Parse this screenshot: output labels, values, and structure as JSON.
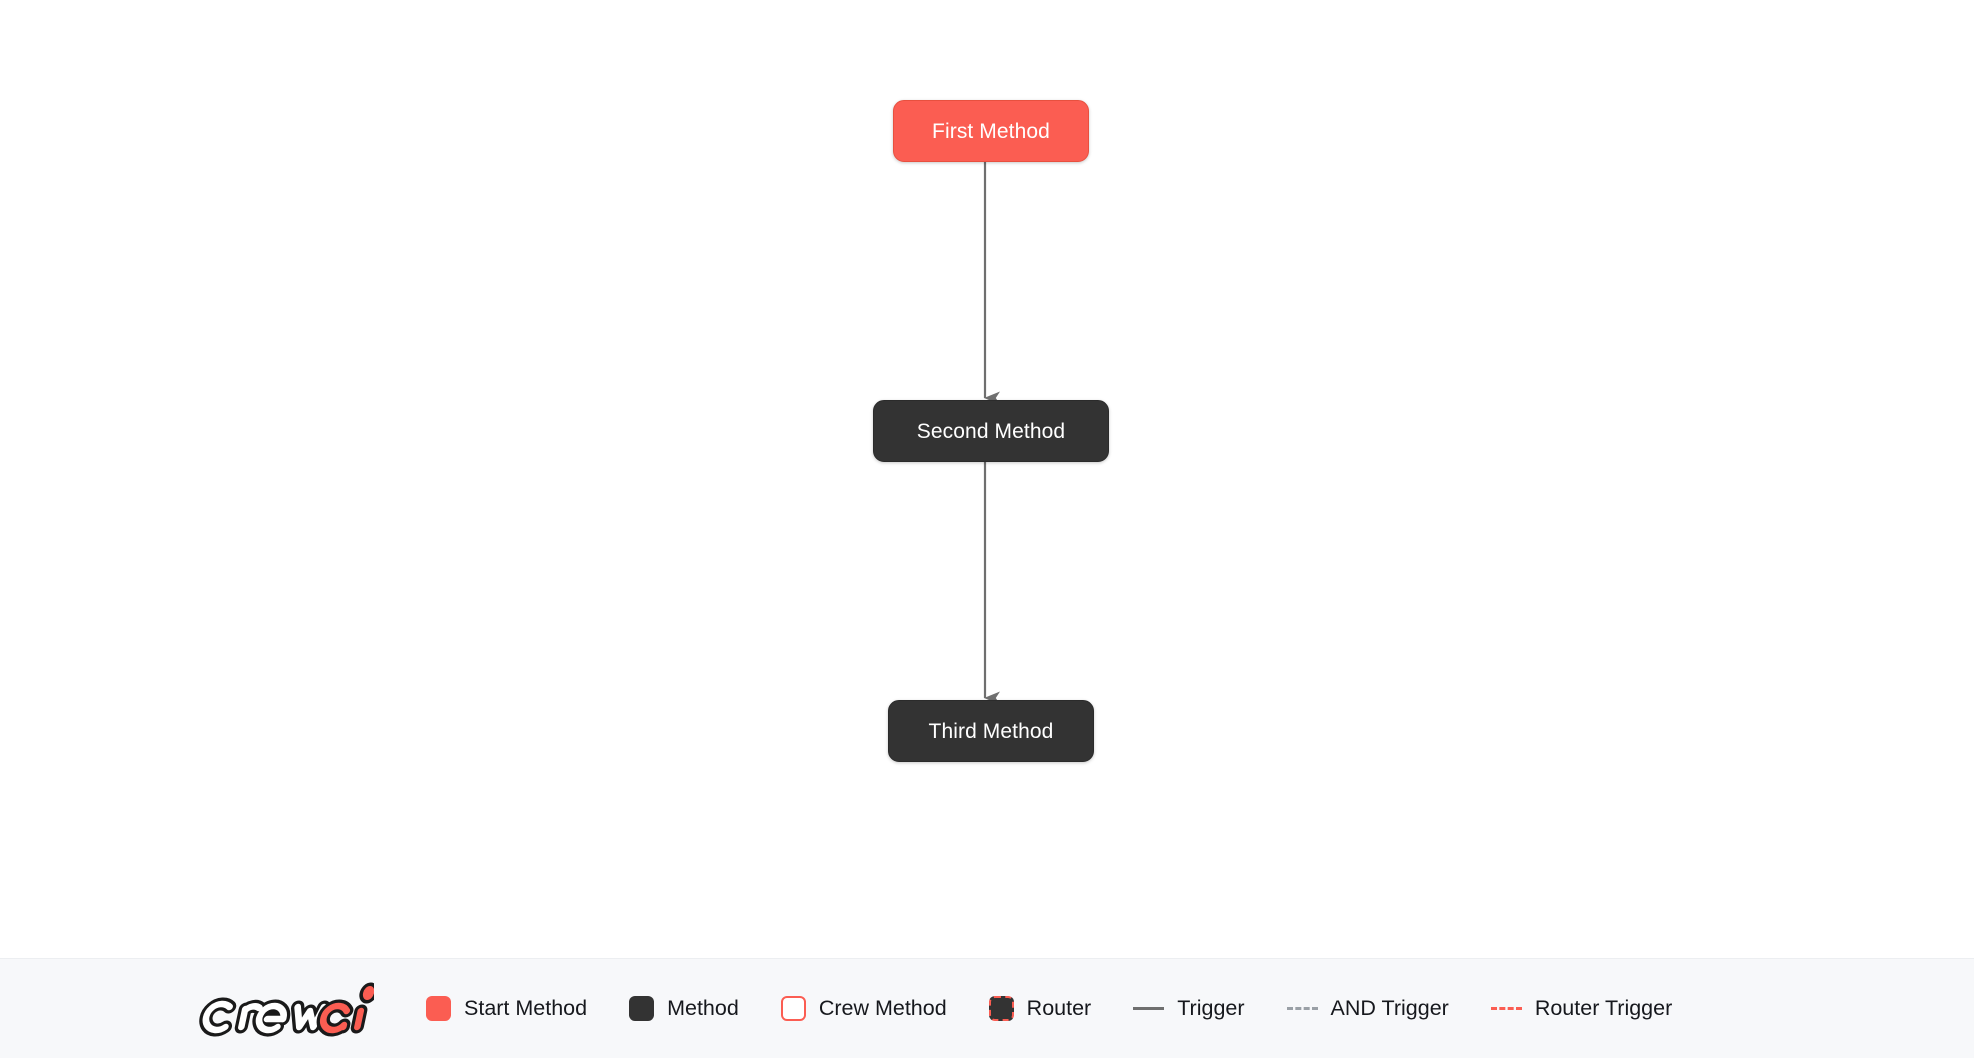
{
  "canvas": {
    "background_color": "#ffffff",
    "nodes": [
      {
        "id": "first",
        "label": "First Method",
        "type": "start-method",
        "fill": "#fb5d52",
        "text_color": "#ffffff"
      },
      {
        "id": "second",
        "label": "Second Method",
        "type": "method",
        "fill": "#333333",
        "text_color": "#ffffff"
      },
      {
        "id": "third",
        "label": "Third Method",
        "type": "method",
        "fill": "#333333",
        "text_color": "#ffffff"
      }
    ],
    "edges": [
      {
        "from": "first",
        "to": "second",
        "style": "trigger",
        "color": "#6f6f6f"
      },
      {
        "from": "second",
        "to": "third",
        "style": "trigger",
        "color": "#6f6f6f"
      }
    ]
  },
  "legend": {
    "background_color": "#f7f8fa",
    "brand": {
      "name": "crewai",
      "word_light": "crew",
      "word_accent": "ai",
      "accent_color": "#fb5d52",
      "outline_color": "#1a1a1a"
    },
    "items": [
      {
        "label": "Start Method",
        "swatch": "filled-red",
        "color": "#fb5d52"
      },
      {
        "label": "Method",
        "swatch": "filled-dark",
        "color": "#333333"
      },
      {
        "label": "Crew Method",
        "swatch": "outline-red",
        "color": "#fb5d52"
      },
      {
        "label": "Router",
        "swatch": "dashed-red-border",
        "color": "#fb5d52"
      },
      {
        "label": "Trigger",
        "swatch": "line-solid-gray",
        "color": "#6f6f6f"
      },
      {
        "label": "AND Trigger",
        "swatch": "line-dashed-gray",
        "color": "#9aa0a6"
      },
      {
        "label": "Router Trigger",
        "swatch": "line-dashed-red",
        "color": "#fb5d52"
      }
    ]
  }
}
